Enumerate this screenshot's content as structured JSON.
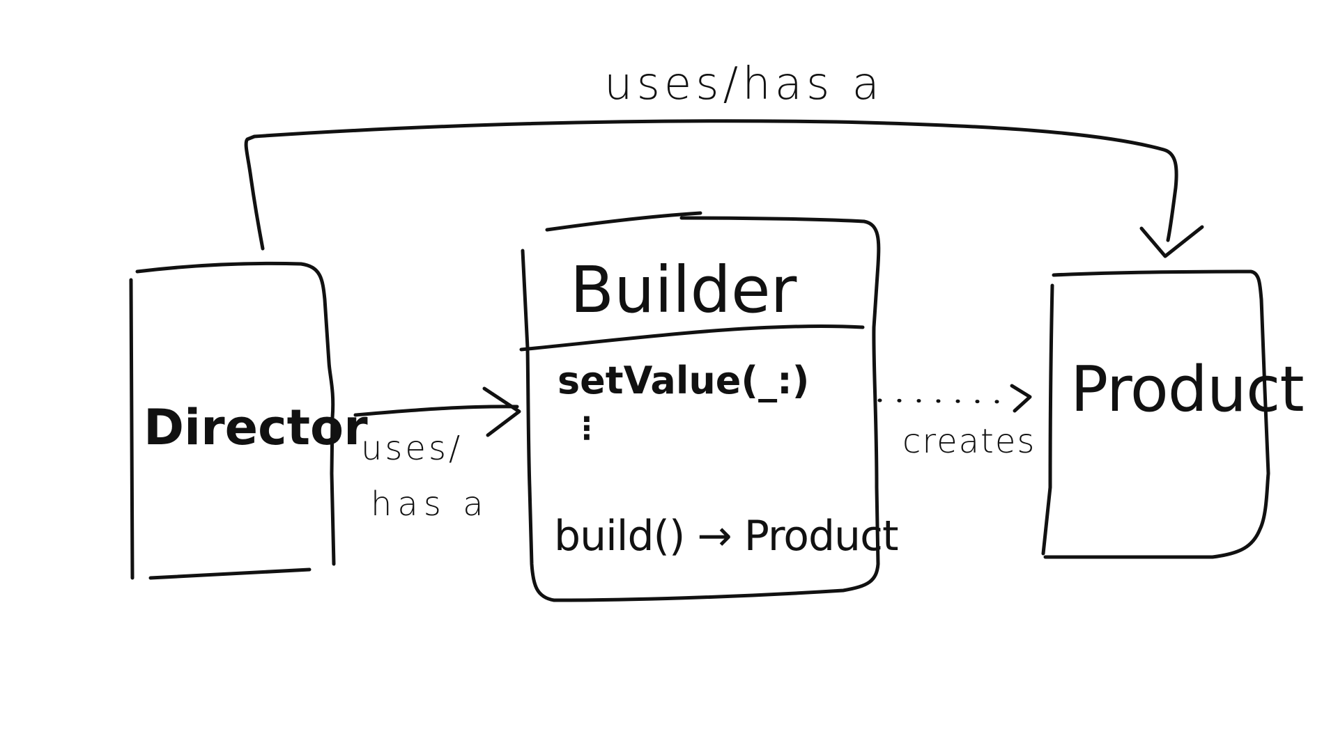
{
  "diagram": {
    "top_arrow_label": "uses/has a",
    "director": {
      "title": "Director"
    },
    "builder": {
      "title": "Builder",
      "method_set_value": "setValue(_:)",
      "method_ellipsis": "⋮",
      "method_build": "build() → Product"
    },
    "product": {
      "title": "Product"
    },
    "director_builder_label": {
      "line1": "uses/",
      "line2": "has a"
    },
    "builder_product_label": "creates"
  }
}
